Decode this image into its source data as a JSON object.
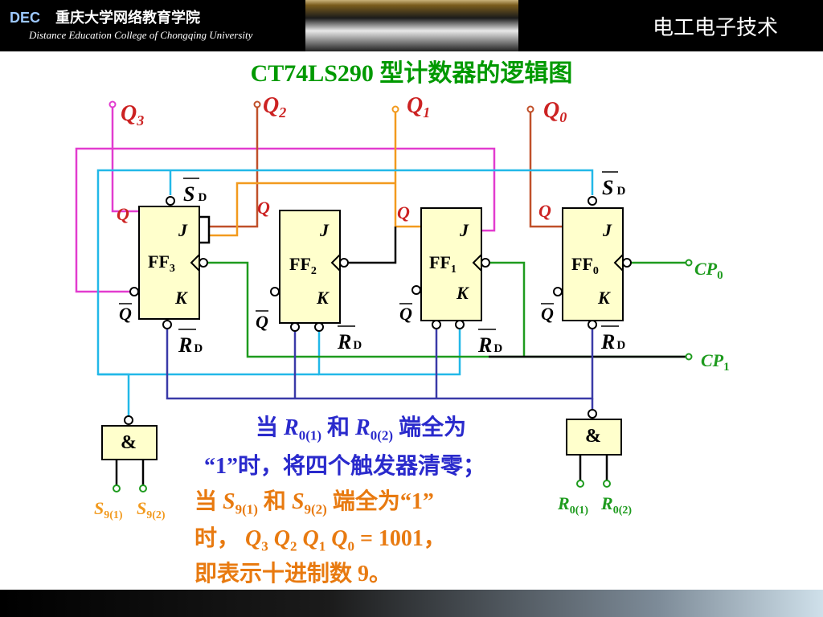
{
  "header": {
    "logo": "DEC",
    "college_cn": "重庆大学网络教育学院",
    "college_en": "Distance Education College of Chongqing University",
    "course": "电工电子技术"
  },
  "title": "CT74LS290 型计数器的逻辑图",
  "outputs": [
    {
      "label": "Q",
      "sub": "3"
    },
    {
      "label": "Q",
      "sub": "2"
    },
    {
      "label": "Q",
      "sub": "1"
    },
    {
      "label": "Q",
      "sub": "0"
    }
  ],
  "flipflops": [
    {
      "name": "FF",
      "sub": "3"
    },
    {
      "name": "FF",
      "sub": "2"
    },
    {
      "name": "FF",
      "sub": "1"
    },
    {
      "name": "FF",
      "sub": "0"
    }
  ],
  "pins": {
    "J": "J",
    "K": "K",
    "Q": "Q",
    "Qbar": "Q",
    "S": "S",
    "R": "R",
    "D": "D"
  },
  "clocks": [
    {
      "label": "CP",
      "sub": "0"
    },
    {
      "label": "CP",
      "sub": "1"
    }
  ],
  "gates": [
    {
      "label": "&"
    },
    {
      "label": "&"
    }
  ],
  "gate_inputs_left": [
    {
      "label": "S",
      "sub": "9(1)"
    },
    {
      "label": "S",
      "sub": "9(2)"
    }
  ],
  "gate_inputs_right": [
    {
      "label": "R",
      "sub": "0(1)"
    },
    {
      "label": "R",
      "sub": "0(2)"
    }
  ],
  "text_blue": {
    "l1a": "当",
    "r01": "R",
    "r01s": "0(1)",
    "and1": "和",
    "r02": "R",
    "r02s": "0(2)",
    "l1b": "端全为",
    "l2": "“1”时，将四个触发器清零；"
  },
  "text_orange": {
    "l3a": "当",
    "s91": "S",
    "s91s": "9(1)",
    "and2": "和",
    "s92": "S",
    "s92s": "9(2)",
    "l3b": "端全为“1”",
    "l4a": "时，",
    "q3": "Q",
    "q3s": "3",
    "q2": "Q",
    "q2s": "2",
    "q1": "Q",
    "q1s": "1",
    "q0": "Q",
    "q0s": "0",
    "l4b": "= 1001，",
    "l5": "即表示十进制数 9。"
  },
  "colors": {
    "magenta": "#e23ccf",
    "brown": "#c0502a",
    "orange": "#f29a1e",
    "cyan": "#22b8e8",
    "green": "#1e9b1e",
    "purple": "#3a3aa8",
    "blue": "#2a2acc",
    "red": "#cc2222",
    "box": "#ffffcc",
    "title": "#009900",
    "text_orange": "#e87a10"
  }
}
